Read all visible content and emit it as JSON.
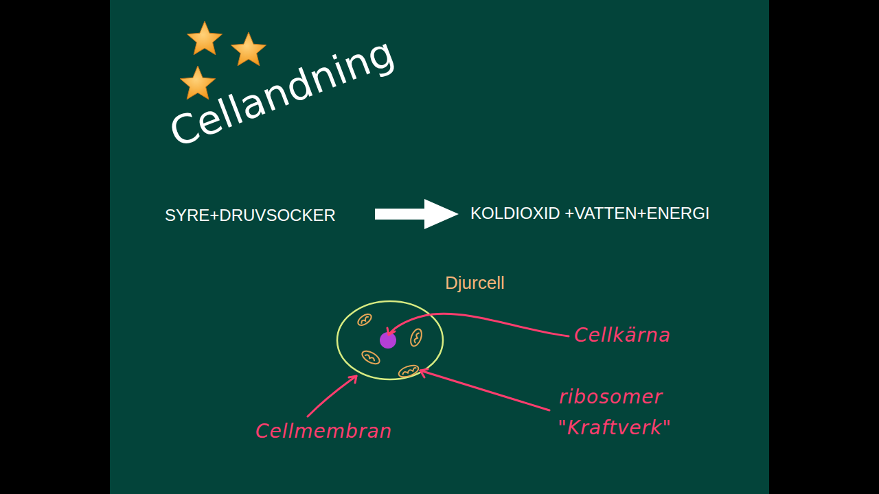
{
  "diagram": {
    "title": "Cellandning",
    "labels": [
      "SYRE+DRUVSOCKER",
      "KOLDIOXID +VATTEN+ENERGI",
      "Djurcell",
      "Cellkärna",
      "ribosomer",
      "\"Kraftverk\"",
      "Cellmembran"
    ]
  }
}
